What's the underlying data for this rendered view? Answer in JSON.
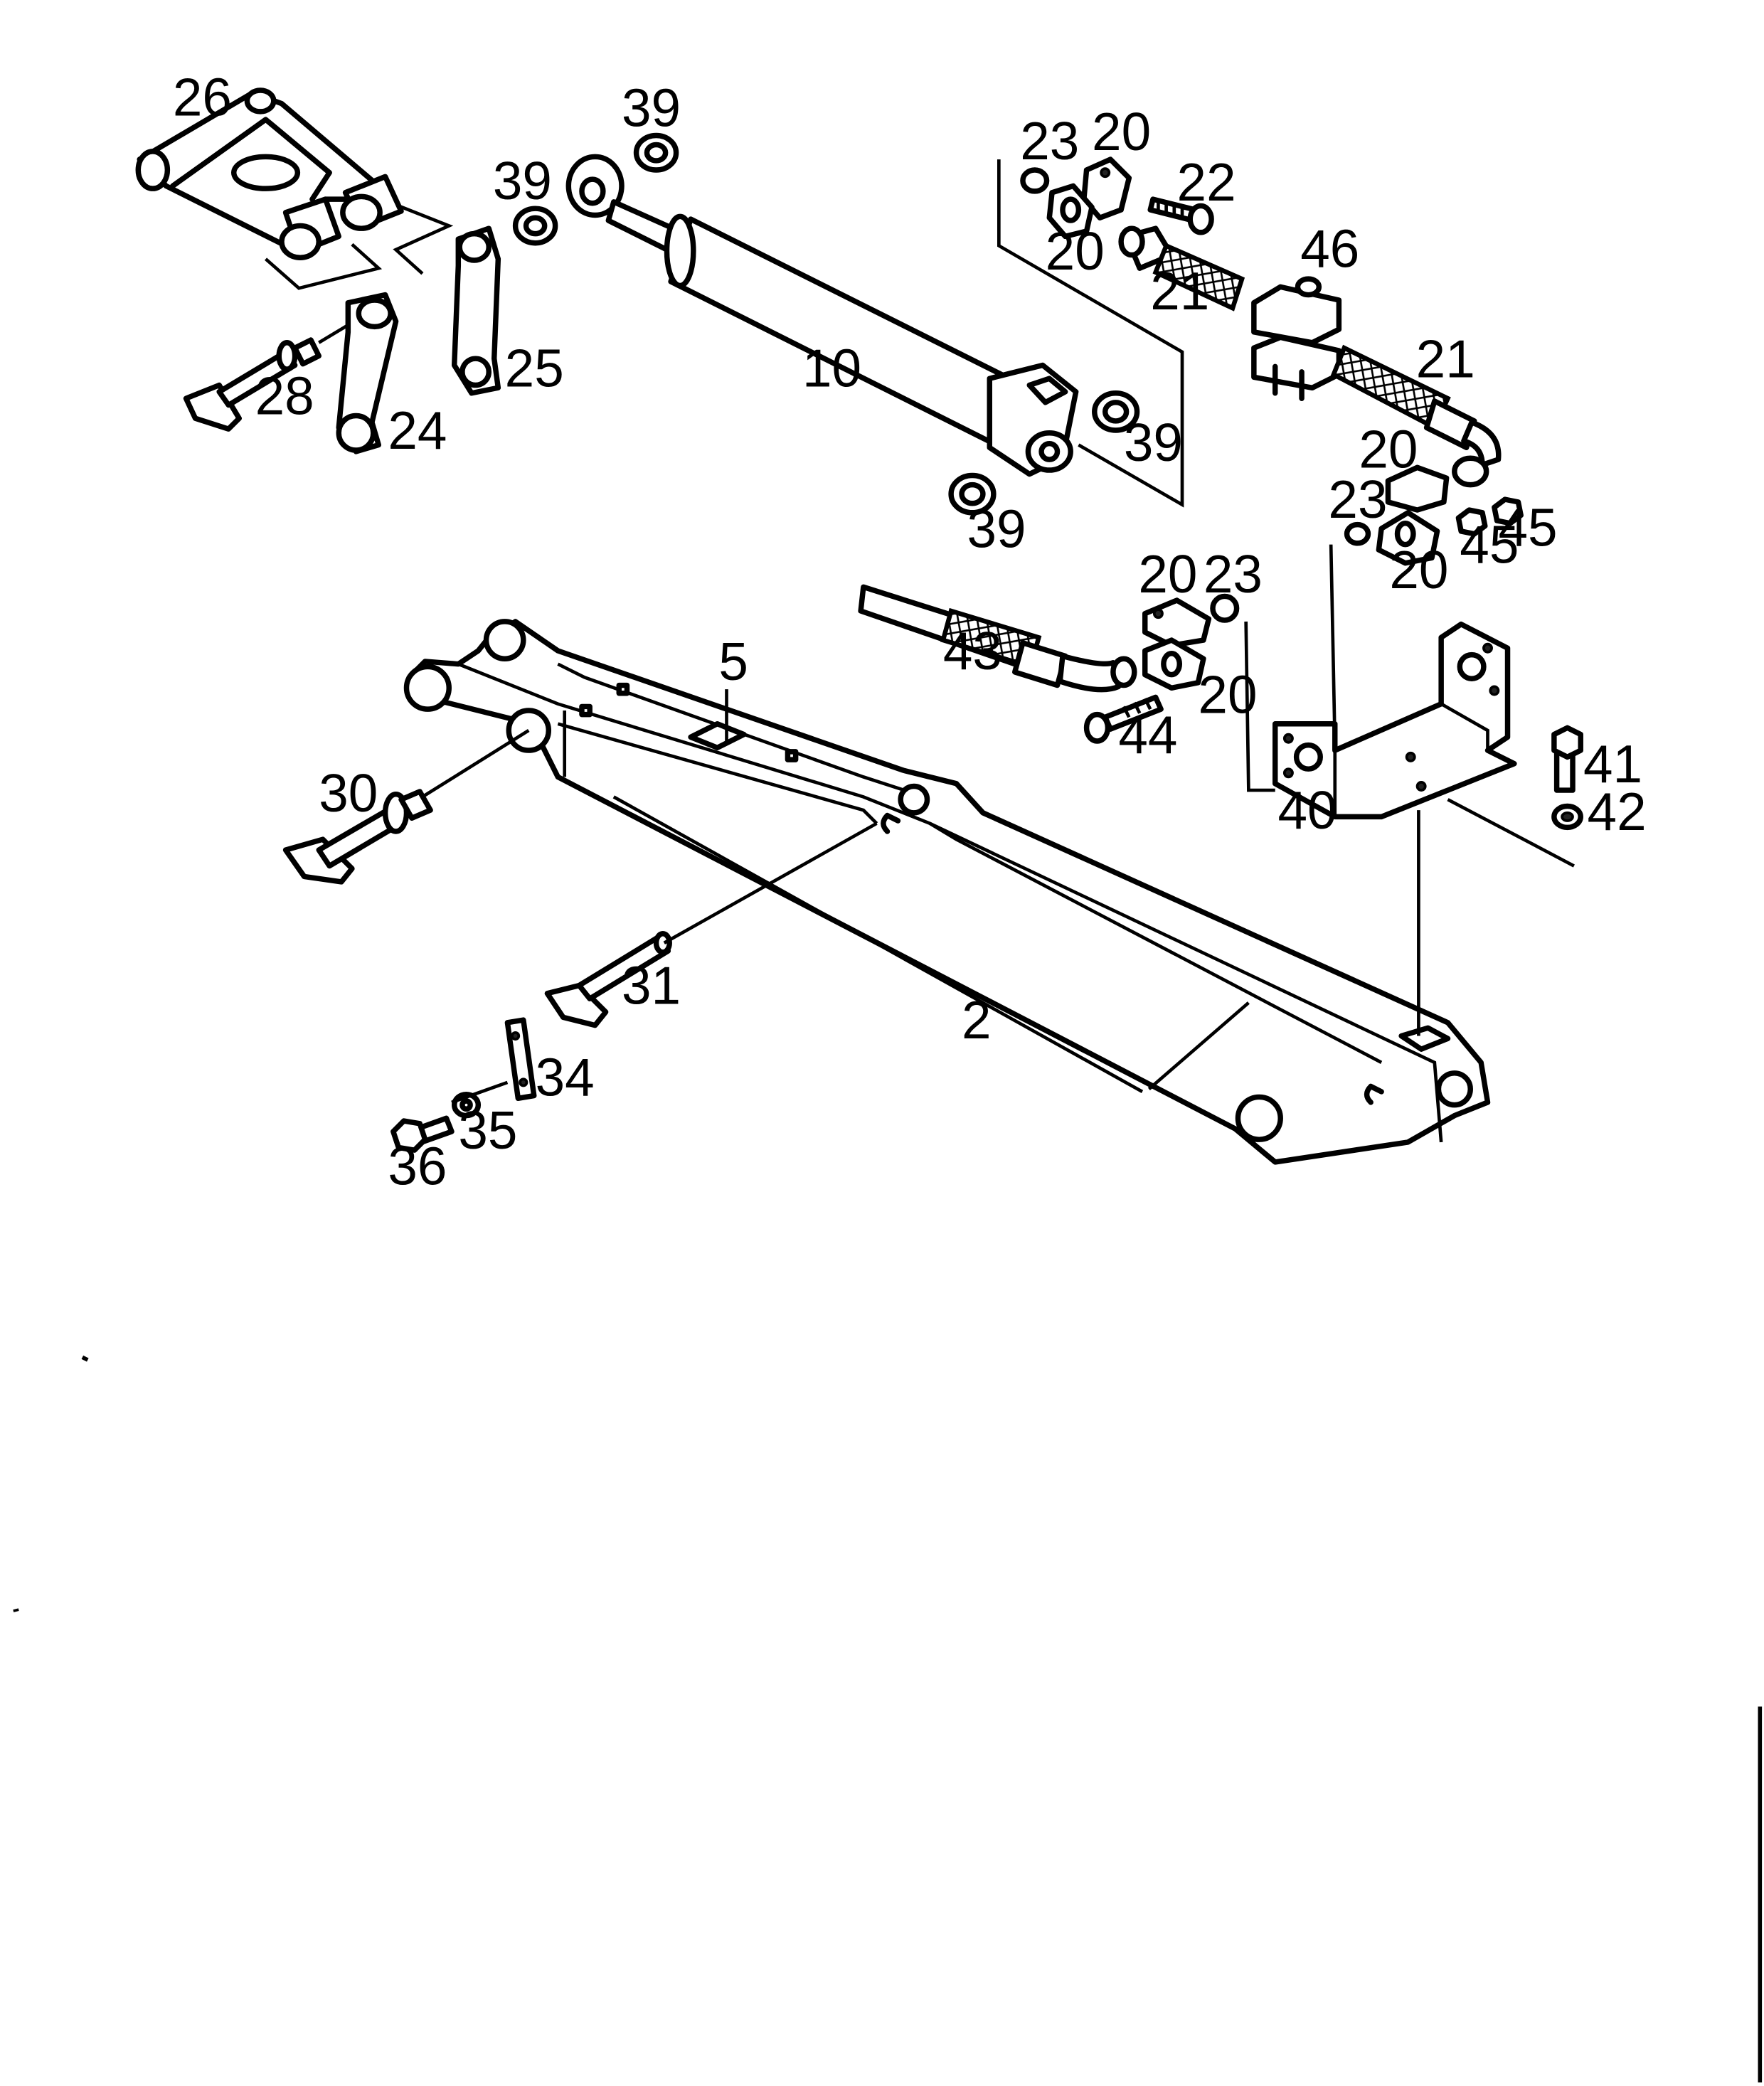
{
  "diagram": {
    "type": "exploded parts diagram",
    "callouts": [
      "26",
      "39",
      "39",
      "10",
      "39",
      "39",
      "23",
      "20",
      "22",
      "20",
      "21",
      "46",
      "21",
      "25",
      "28",
      "24",
      "20",
      "23",
      "45",
      "45",
      "20",
      "20",
      "23",
      "5",
      "43",
      "20",
      "44",
      "30",
      "40",
      "41",
      "42",
      "31",
      "2",
      "34",
      "35",
      "36"
    ]
  }
}
